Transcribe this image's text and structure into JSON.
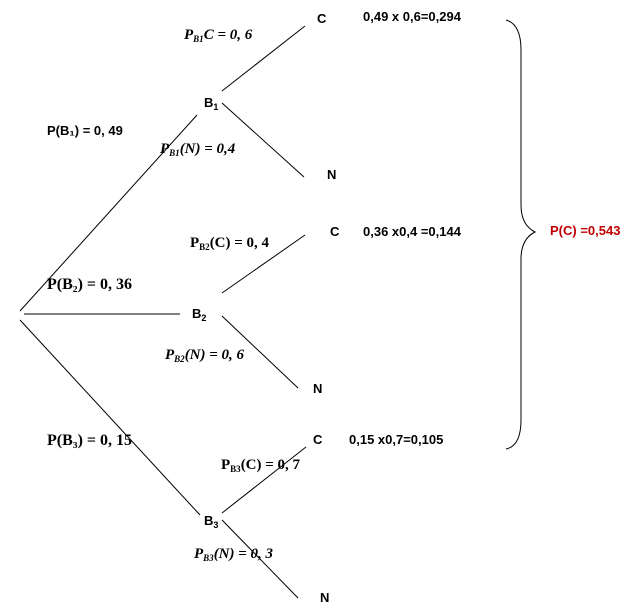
{
  "nodes": {
    "b1": "B",
    "b1_sub": "1",
    "b2": "B",
    "b2_sub": "2",
    "b3": "B",
    "b3_sub": "3",
    "c1": "C",
    "n1": "N",
    "c2": "C",
    "n2": "N",
    "c3": "C",
    "n3": "N"
  },
  "first_level": {
    "pb1": "P(B₁) = 0, 49",
    "pb2": "P(B₂) = 0, 36",
    "pb3": "P(B₃) = 0, 15"
  },
  "second_level": {
    "b1c_pre": "P",
    "b1c_sub": "B1",
    "b1c_post": "C = 0, 6",
    "b1n_pre": "P",
    "b1n_sub": "B1",
    "b1n_post": "(N) = 0,4",
    "b2c_pre": "P",
    "b2c_sub": "B2",
    "b2c_post": "(C) = 0, 4",
    "b2n_pre": "P",
    "b2n_sub": "B2",
    "b2n_post": "(N) = 0, 6",
    "b3c_pre": "P",
    "b3c_sub": "B3",
    "b3c_post": "(C) = 0, 7",
    "b3n_pre": "P",
    "b3n_sub": "B3",
    "b3n_post": "(N) = 0, 3"
  },
  "products": {
    "p1": "0,49 x 0,6=0,294",
    "p2": "0,36 x0,4 =0,144",
    "p3": "0,15 x0,7=0,105"
  },
  "total": "P(C) =0,543",
  "colors": {
    "line": "#000000",
    "total": "#c00000"
  }
}
